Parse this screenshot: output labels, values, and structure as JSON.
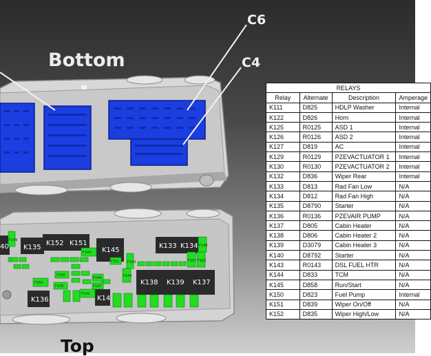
{
  "labels": {
    "bottom": "Bottom",
    "top": "Top",
    "callout_c6": "C6",
    "callout_c4": "C4"
  },
  "relays_table": {
    "caption": "RELAYS",
    "headers": [
      "Relay",
      "Alternate",
      "Description",
      "Amperage"
    ],
    "rows": [
      [
        "K111",
        "D825",
        "HDLP Washer",
        "Internal"
      ],
      [
        "K122",
        "D826",
        "Horn",
        "Internal"
      ],
      [
        "K125",
        "R0125",
        "ASD 1",
        "Internal"
      ],
      [
        "K126",
        "R0126",
        "ASD 2",
        "Internal"
      ],
      [
        "K127",
        "D819",
        "AC",
        "Internal"
      ],
      [
        "K129",
        "R0129",
        "PZEVACTUATOR 1",
        "Internal"
      ],
      [
        "K130",
        "R0130",
        "PZEVACTUATOR 2",
        "Internal"
      ],
      [
        "K132",
        "D836",
        "Wiper Rear",
        "Internal"
      ],
      [
        "K133",
        "D813",
        "Rad Fan Low",
        "N/A"
      ],
      [
        "K134",
        "D812",
        "Rad Fan High",
        "N/A"
      ],
      [
        "K135",
        "D8790",
        "Starter",
        "N/A"
      ],
      [
        "K136",
        "R0136",
        "PZEVAIR PUMP",
        "N/A"
      ],
      [
        "K137",
        "D805",
        "Cabin Heater",
        "N/A"
      ],
      [
        "K138",
        "D806",
        "Cabin Heater 2",
        "N/A"
      ],
      [
        "K139",
        "D3079",
        "Cabin Heater 3",
        "N/A"
      ],
      [
        "K140",
        "D8792",
        "Starter",
        "N/A"
      ],
      [
        "K143",
        "R0143",
        "DSL FUEL HTR",
        "N/A"
      ],
      [
        "K144",
        "D833",
        "TCM",
        "N/A"
      ],
      [
        "K145",
        "D858",
        "Run/Start",
        "N/A"
      ],
      [
        "K150",
        "D823",
        "Fuel Pump",
        "Internal"
      ],
      [
        "K151",
        "D839",
        "Wiper On/Off",
        "N/A"
      ],
      [
        "K152",
        "D835",
        "Wiper High/Low",
        "N/A"
      ]
    ]
  },
  "relay_blocks": {
    "k135": "K135",
    "k152": "K152",
    "k151": "K151",
    "k145": "K145",
    "k133": "K133",
    "k134": "K134",
    "k138": "K138",
    "k139": "K139",
    "k137": "K137",
    "k136": "K136",
    "k14x": "K14",
    "k140": "40"
  },
  "green_labels": {
    "f149": "F149",
    "f143": "F143",
    "f151": "F151",
    "f163": "F163",
    "f144": "F144",
    "f187": "F187",
    "f162": "F162",
    "f148": "F148",
    "f169": "F169",
    "f140": "F140",
    "f145": "F145",
    "f142": "F142",
    "f146": "F146",
    "f147": "F147"
  },
  "colors": {
    "connector_blue": "#1a3ee0",
    "fuse_green": "#22dd22",
    "relay_dark": "#2a2a2a",
    "housing": "#dcdcdc"
  }
}
